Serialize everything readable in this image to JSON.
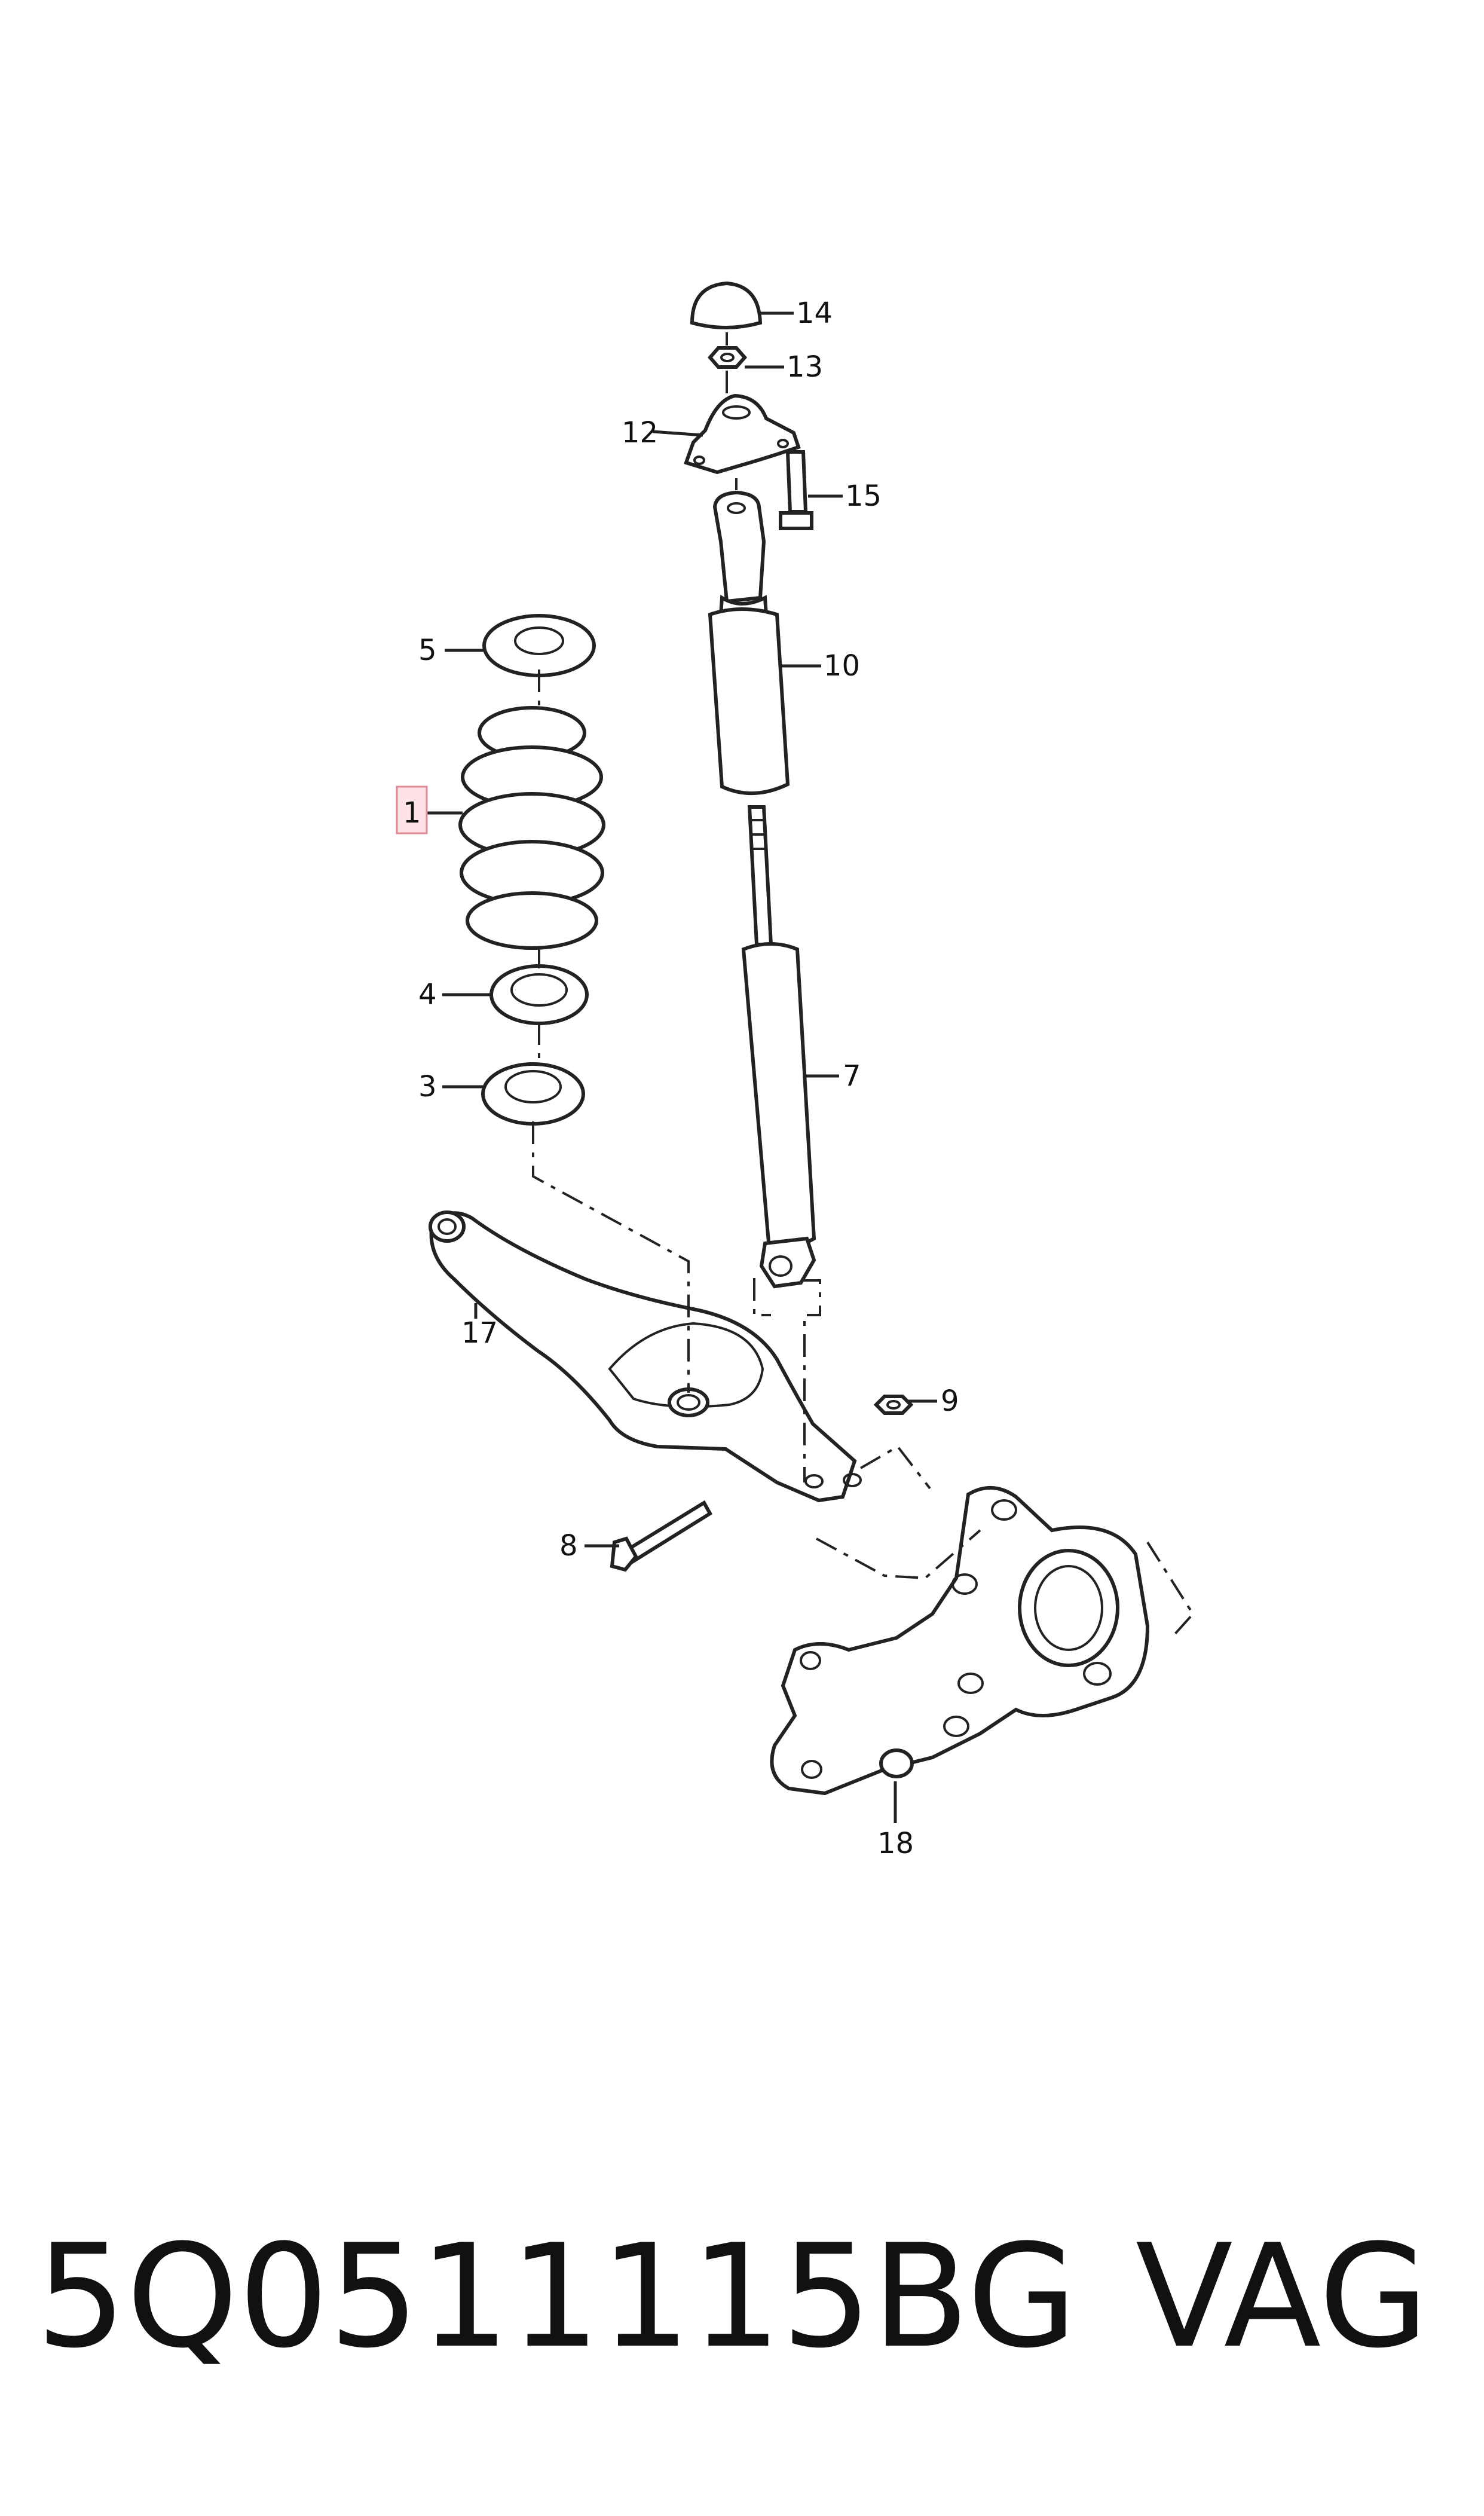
{
  "callouts": {
    "c1": "1",
    "c3": "3",
    "c4": "4",
    "c5": "5",
    "c7": "7",
    "c8": "8",
    "c9": "9",
    "c10": "10",
    "c12": "12",
    "c13": "13",
    "c14": "14",
    "c15": "15",
    "c17": "17",
    "c18": "18"
  },
  "highlight": {
    "callout": "1",
    "color": "#fde3e6"
  },
  "part_number": "5Q0511115BG",
  "brand": "VAG"
}
